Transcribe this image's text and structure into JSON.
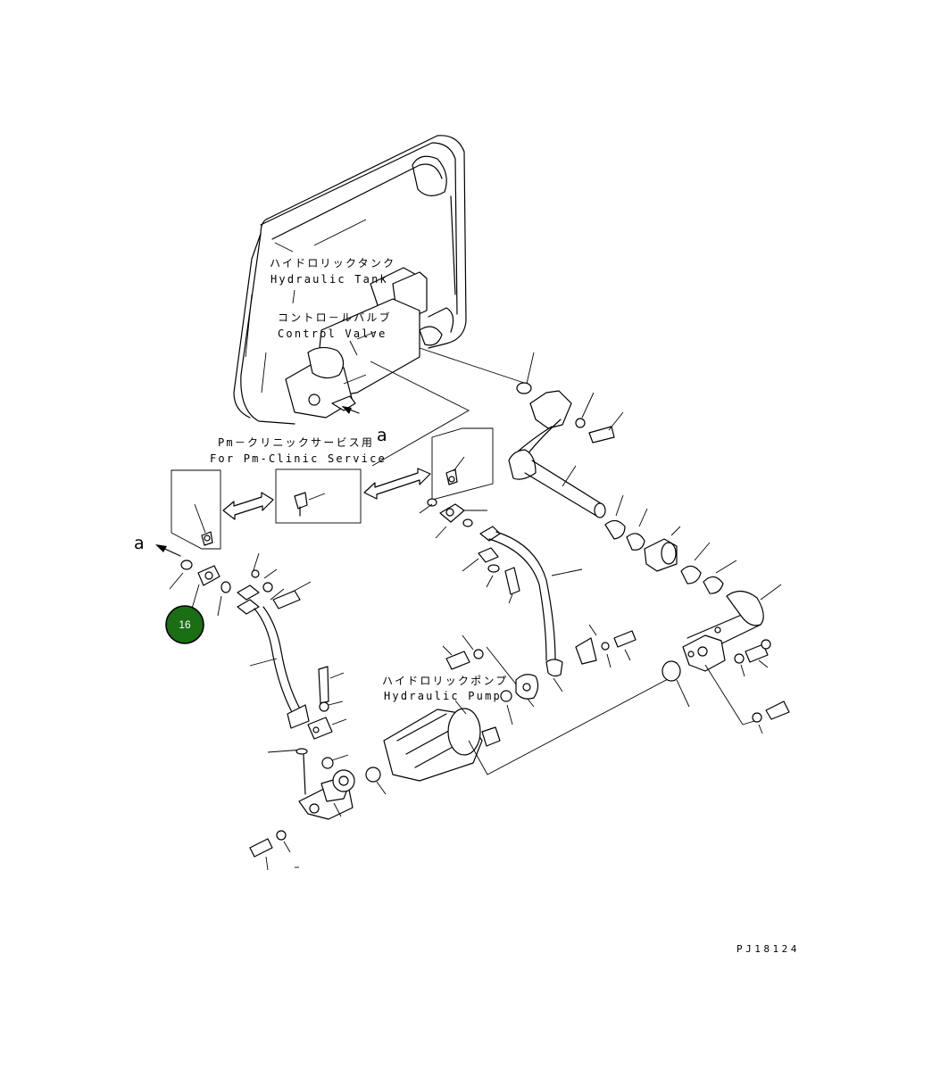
{
  "labels": {
    "tank_jp": "ハイドロリックタンク",
    "tank_en": "Hydraulic Tank",
    "valve_jp": "コントロ－ルバルブ",
    "valve_en": "Control Valve",
    "pmclinic_jp": "Pm－クリニックサービス用",
    "pmclinic_en": "For Pm-Clinic Service",
    "pump_jp": "ハイドロリックポンプ",
    "pump_en": "Hydraulic Pump",
    "view_mark_upper": "a",
    "view_mark_left": "a",
    "drawing_code": "PJ18124"
  },
  "callout": {
    "number": "16",
    "color": "#1a6e14"
  }
}
